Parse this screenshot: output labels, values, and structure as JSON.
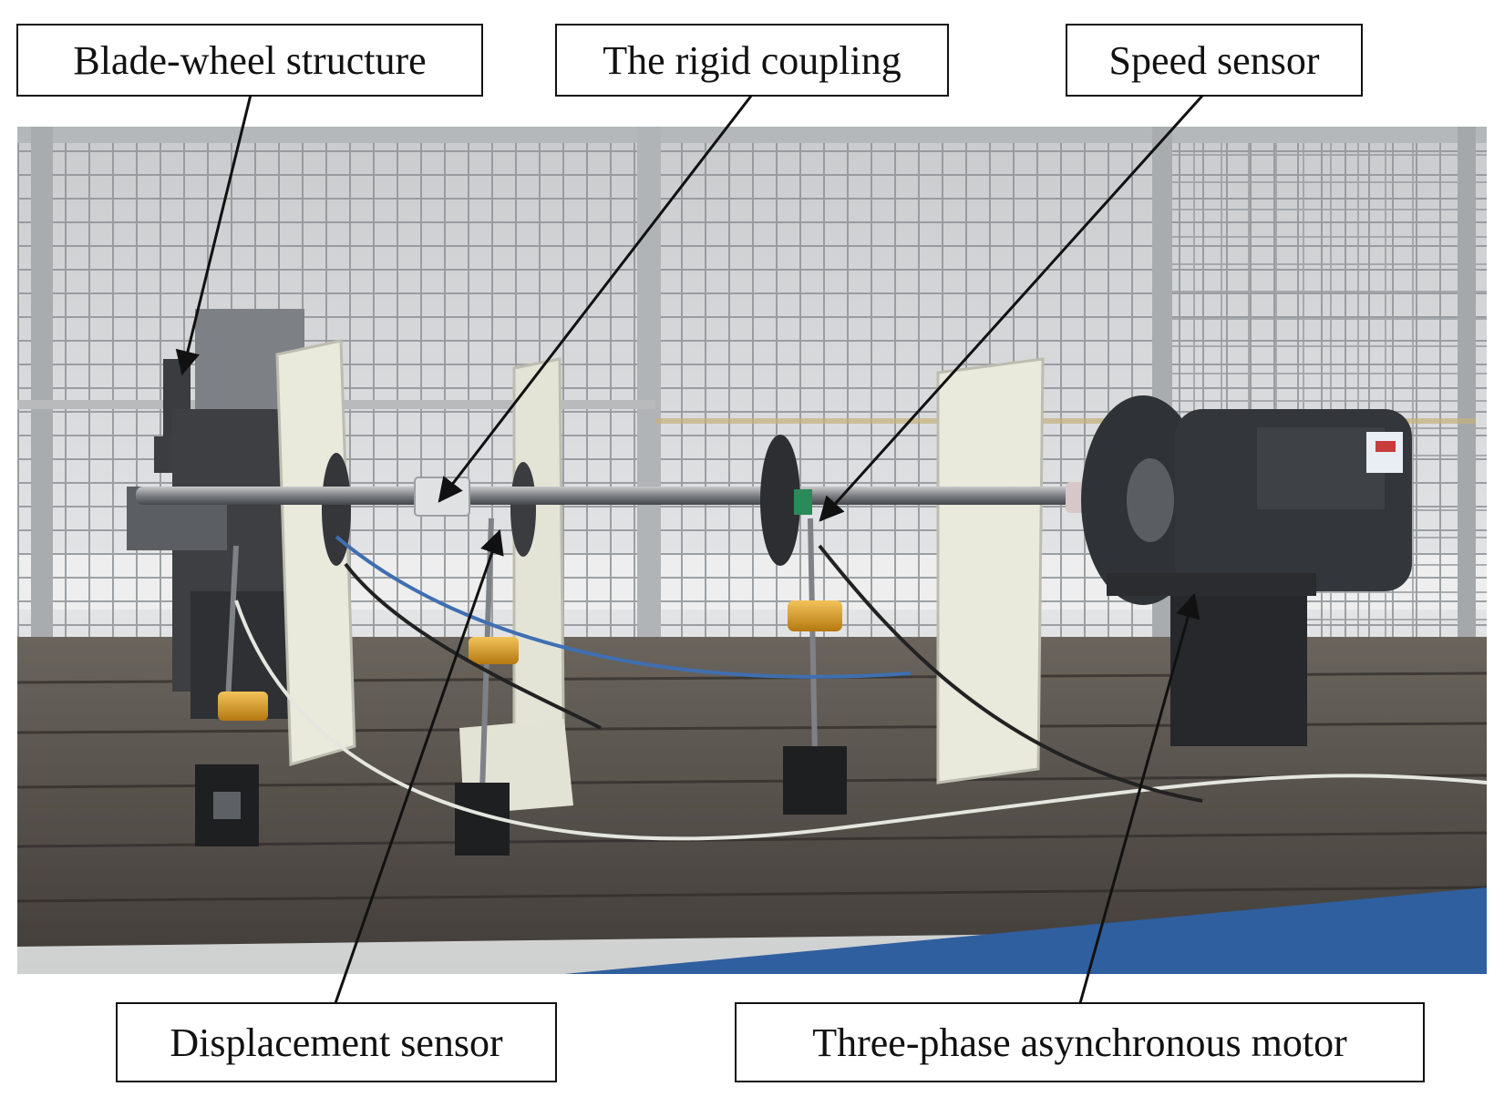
{
  "figure": {
    "labels": {
      "blade_wheel": "Blade-wheel structure",
      "rigid_coupling": "The rigid coupling",
      "speed_sensor": "Speed sensor",
      "displacement_sensor": "Displacement sensor",
      "motor": "Three-phase asynchronous motor"
    },
    "colors": {
      "cage_wall": "#d9dadb",
      "cage_bars": "#8f9396",
      "bench_top": "#57524e",
      "bench_side": "#2f5f9e",
      "support_plate": "#e9e9dc",
      "clamp_gold": "#d79a1e",
      "motor_body": "#2f3337"
    }
  }
}
